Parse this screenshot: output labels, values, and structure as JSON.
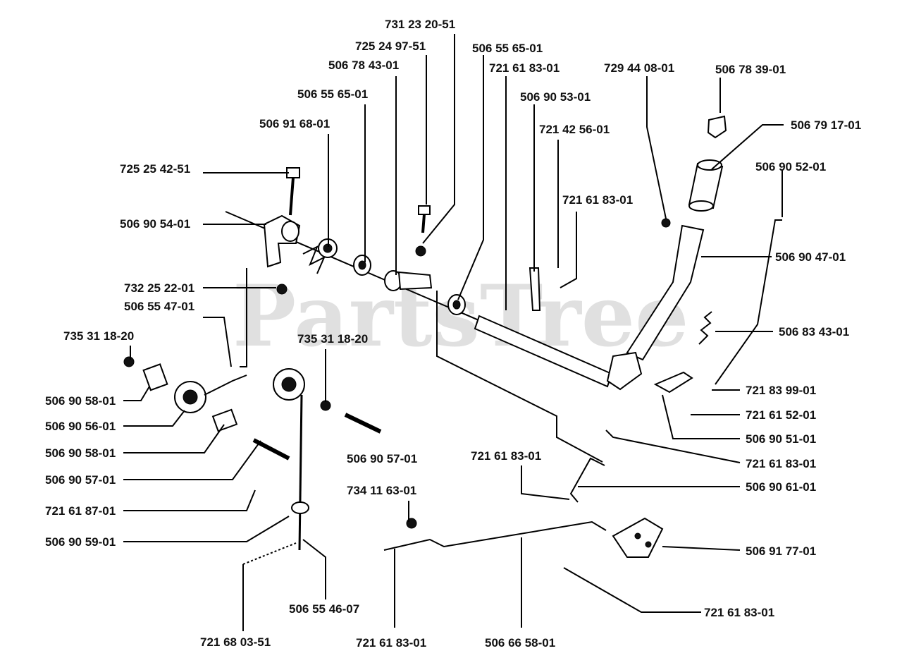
{
  "watermark": "PartsTree",
  "labels": {
    "l01": "731 23 20-51",
    "l02": "725 24 97-51",
    "l03": "506 55 65-01",
    "l04": "506 78 43-01",
    "l05": "721 61 83-01",
    "l06": "729 44 08-01",
    "l07": "506 78 39-01",
    "l08": "506 55 65-01",
    "l09": "506 90 53-01",
    "l10": "506 91 68-01",
    "l11": "721 42 56-01",
    "l12": "506 79 17-01",
    "l13": "725 25 42-51",
    "l14": "506 90 52-01",
    "l15": "721 61 83-01",
    "l16": "506 90 54-01",
    "l17": "506 90 47-01",
    "l18": "732 25 22-01",
    "l19": "506 55 47-01",
    "l20": "506 83 43-01",
    "l21": "735 31 18-20",
    "l22": "735 31 18-20",
    "l23": "721 83 99-01",
    "l24": "506 90 58-01",
    "l25": "721 61 52-01",
    "l26": "506 90 56-01",
    "l27": "506 90 51-01",
    "l28": "506 90 58-01",
    "l29": "506 90 57-01",
    "l30": "721 61 83-01",
    "l31": "721 61 83-01",
    "l32": "506 90 57-01",
    "l33": "506 90 61-01",
    "l34": "734 11 63-01",
    "l35": "721 61 87-01",
    "l36": "506 90 59-01",
    "l37": "506 91 77-01",
    "l38": "721 61 83-01",
    "l39": "506 55 46-07",
    "l40": "721 68 03-51",
    "l41": "721 61 83-01",
    "l42": "506 66 58-01"
  }
}
